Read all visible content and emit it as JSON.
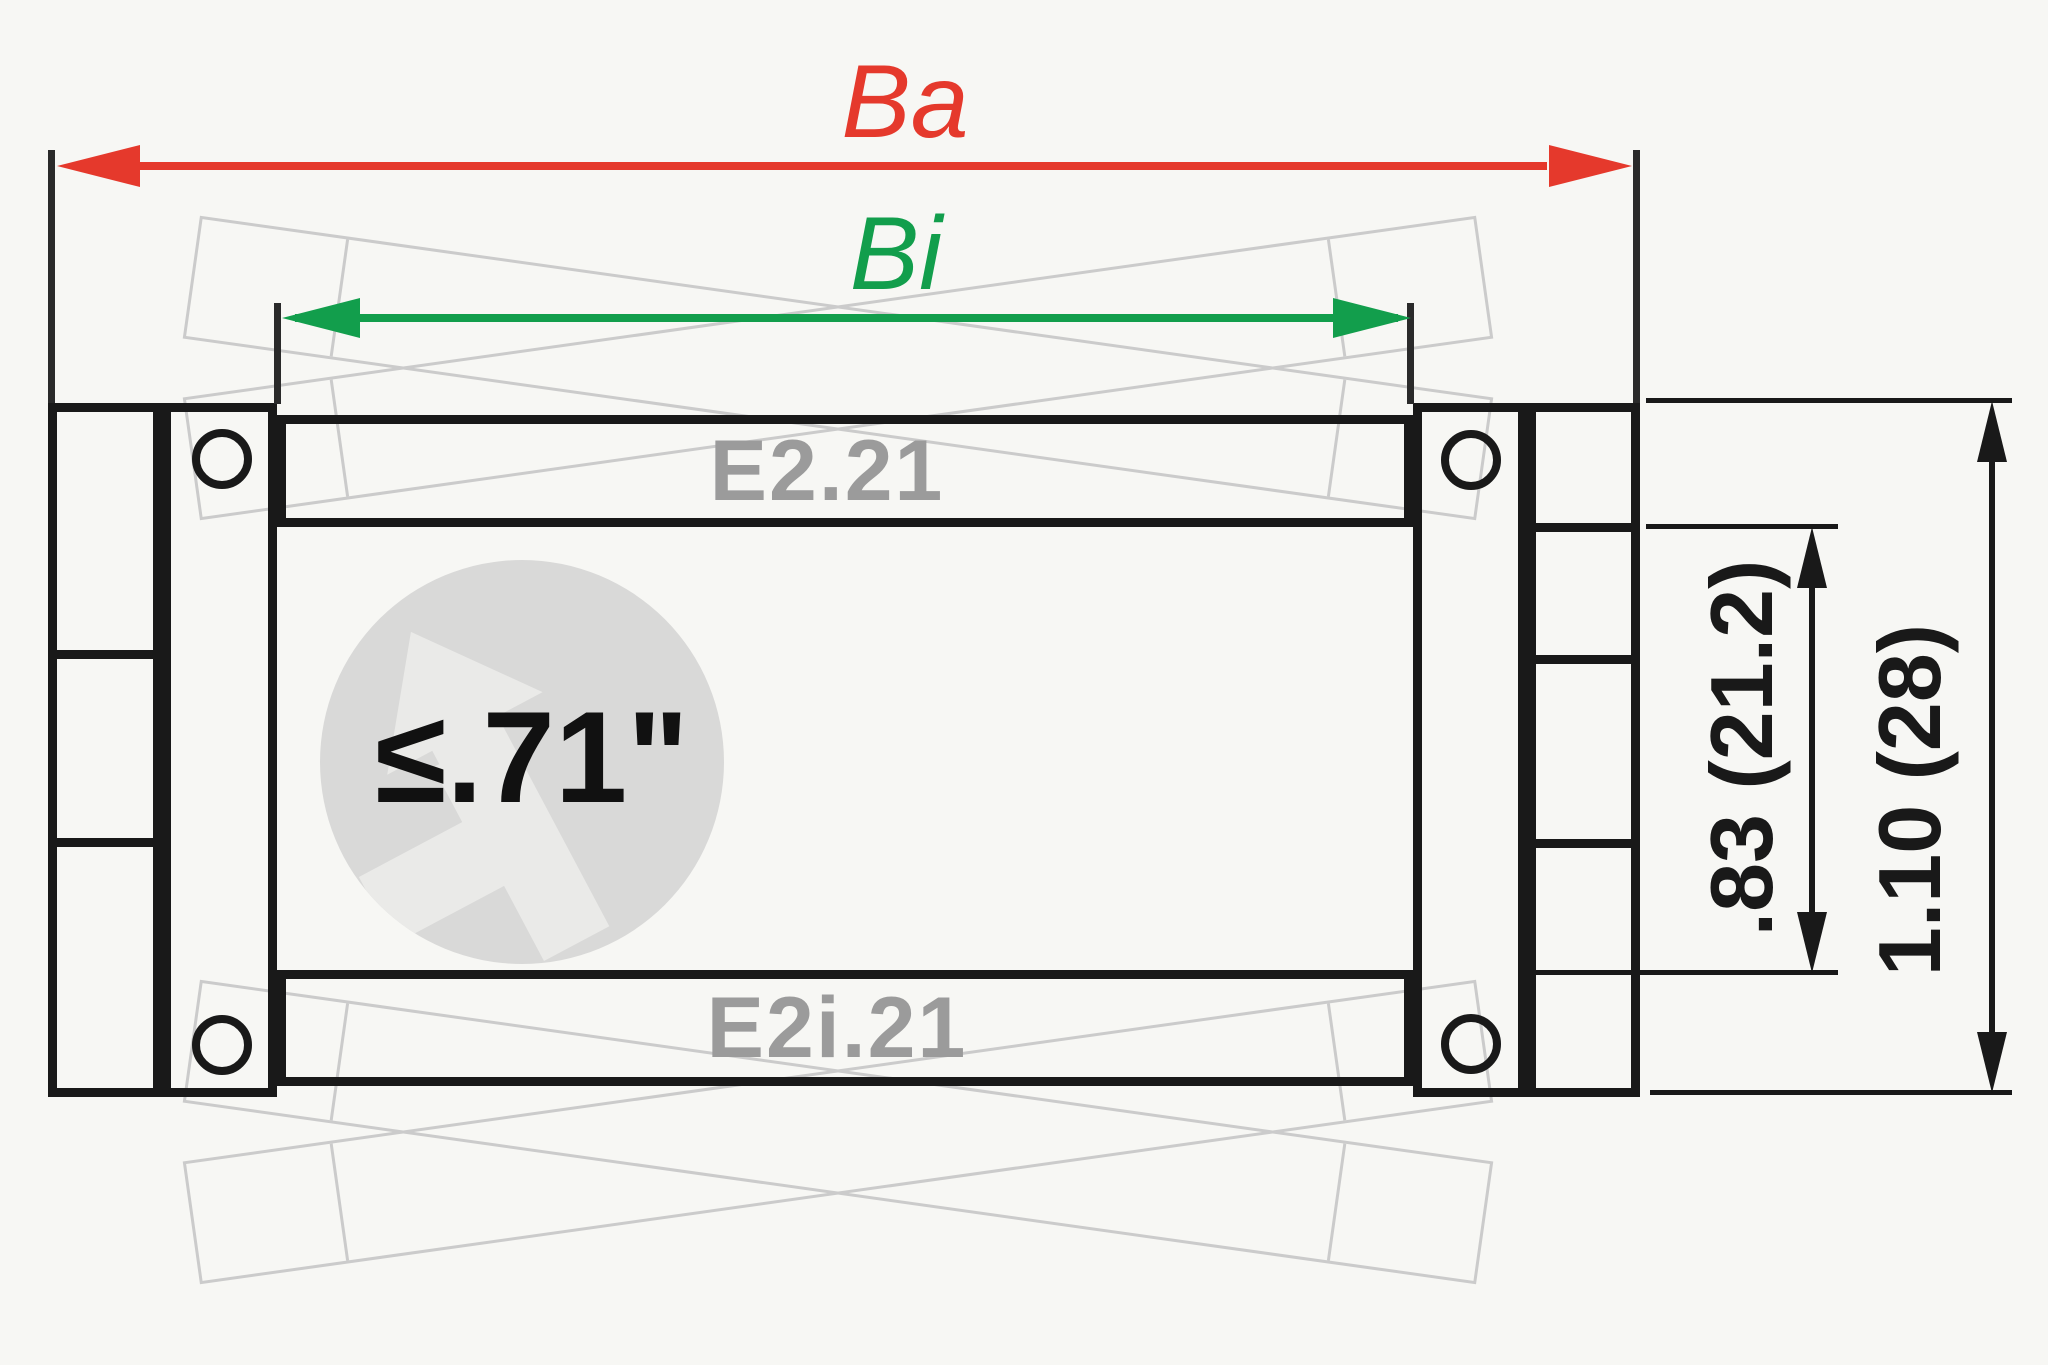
{
  "labels": {
    "ba": "Ba",
    "bi": "Bi",
    "top_bar": "E2.21",
    "bottom_bar": "E2i.21",
    "bend_radius": "≤.71\"",
    "inner_height": ".83 (21.2)",
    "outer_height": "1.10 (28)"
  },
  "colors": {
    "outer_width_dimension": "#e5392c",
    "inner_width_dimension": "#129e4c",
    "frame_line": "#191919",
    "crossbar_label_gray": "#9b9b9b",
    "chain_link_outline": "#cbcbcb",
    "bend_circle_fill": "#d9d9d8",
    "bend_arrow_fill": "#eaeae8",
    "background": "#f7f7f4"
  }
}
